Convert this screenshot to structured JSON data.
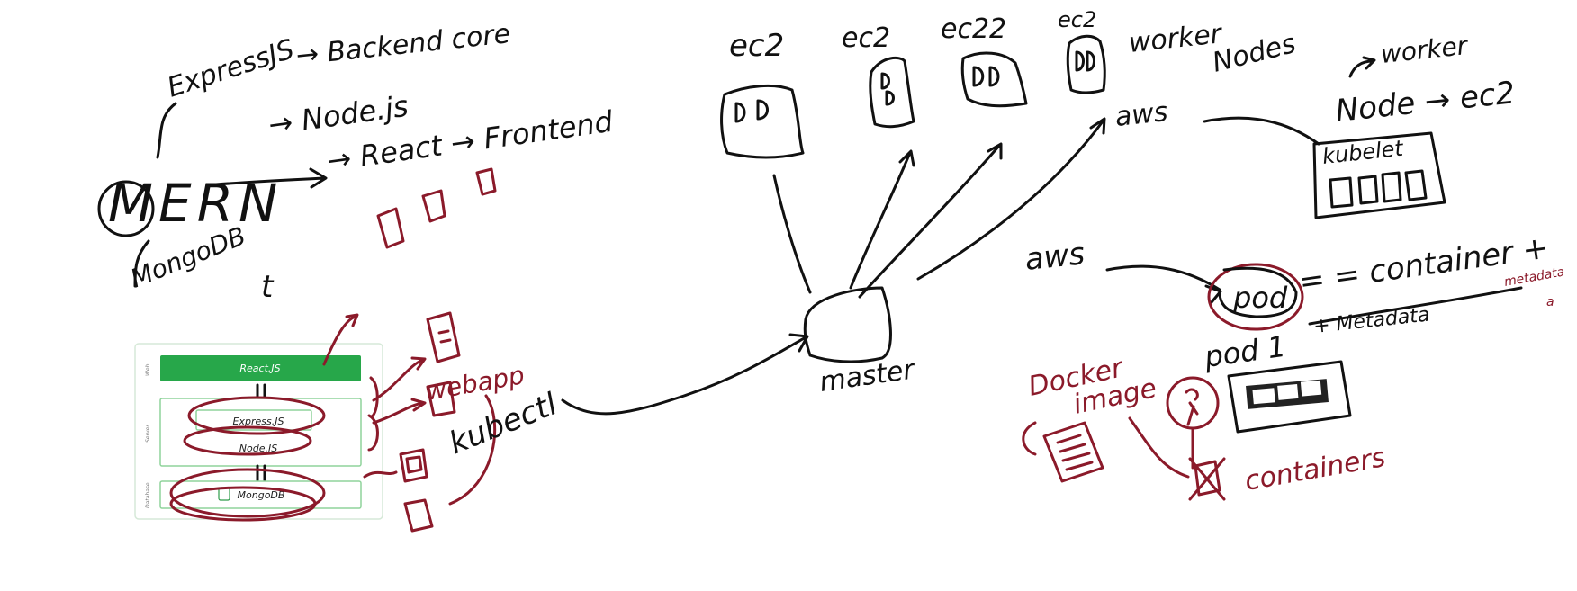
{
  "mern": {
    "expressjs": "ExpressJS",
    "backend_core": "→ Backend core",
    "letters": "MERN",
    "nodejs": "→ Node.js",
    "react": "→ React → Frontend",
    "mongodb": "MongoDB",
    "partial": "t"
  },
  "stack_card": {
    "side_web": "Web",
    "side_server": "Server",
    "side_database": "Database",
    "react_box": "React.JS",
    "express_box": "Express.JS",
    "node_box": "Node.JS",
    "mongo_box": "MongoDB"
  },
  "annotations": {
    "webapp": "webapp",
    "kubectl": "kubectl",
    "master": "master"
  },
  "cluster": {
    "ec2_labels": [
      "ec2",
      "ec2",
      "ec22",
      "ec2"
    ],
    "worker_nodes_line1": "worker",
    "worker_nodes_line2": "Nodes",
    "aws_top": "aws",
    "aws_bottom": "aws"
  },
  "worker_node": {
    "arrow_label": "worker",
    "node_eq": "Node → ec2",
    "kubelet": "kubelet"
  },
  "pod": {
    "pod_label": "pod",
    "equals_container": "= = container +",
    "metadata": "+ Metadata",
    "metadata_small": "metadata",
    "pod_small": "a",
    "pod_one": "pod 1"
  },
  "docker": {
    "docker_image_line1": "Docker",
    "docker_image_line2": "image",
    "containers": "containers"
  },
  "colors": {
    "ink": "#111111",
    "red_ink": "#8b1a2a",
    "stack_green": "#27a74a"
  }
}
